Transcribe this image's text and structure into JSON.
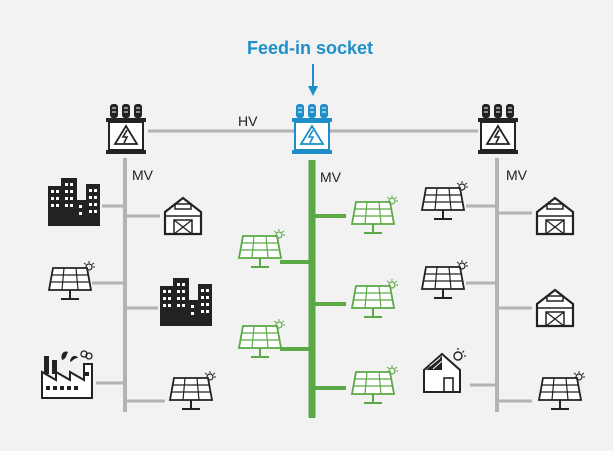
{
  "callout": {
    "label": "Feed-in socket"
  },
  "labels": {
    "hv": "HV",
    "mv_left": "MV",
    "mv_center": "MV",
    "mv_right": "MV"
  },
  "colors": {
    "accent": "#1e8fc8",
    "green": "#5aa946",
    "grey_line": "#b3b3b3",
    "icon": "#222222"
  },
  "icons": [
    "transformer-icon",
    "buildings-icon",
    "barn-icon",
    "solar-panel-icon",
    "factory-icon",
    "house-with-solar-icon"
  ]
}
